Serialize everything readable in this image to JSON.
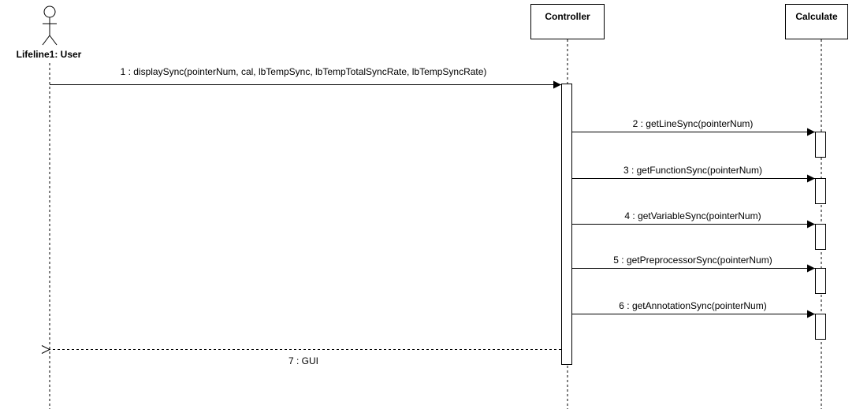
{
  "participants": {
    "user": {
      "name": "Lifeline1: User",
      "kind": "actor",
      "icon": "actor-stick-figure-icon"
    },
    "controller": {
      "name": "Controller",
      "kind": "object"
    },
    "calculate": {
      "name": "Calculate",
      "kind": "object"
    }
  },
  "messages": [
    {
      "label": "1 : displaySync(pointerNum, cal, lbTempSync, lbTempTotalSyncRate, lbTempSyncRate)",
      "from": "user",
      "to": "controller",
      "type": "sync"
    },
    {
      "label": "2 : getLineSync(pointerNum)",
      "from": "controller",
      "to": "calculate",
      "type": "sync"
    },
    {
      "label": "3 : getFunctionSync(pointerNum)",
      "from": "controller",
      "to": "calculate",
      "type": "sync"
    },
    {
      "label": "4 : getVariableSync(pointerNum)",
      "from": "controller",
      "to": "calculate",
      "type": "sync"
    },
    {
      "label": "5 : getPreprocessorSync(pointerNum)",
      "from": "controller",
      "to": "calculate",
      "type": "sync"
    },
    {
      "label": "6 : getAnnotationSync(pointerNum)",
      "from": "controller",
      "to": "calculate",
      "type": "sync"
    },
    {
      "label": "7 : GUI",
      "from": "controller",
      "to": "user",
      "type": "return"
    }
  ]
}
